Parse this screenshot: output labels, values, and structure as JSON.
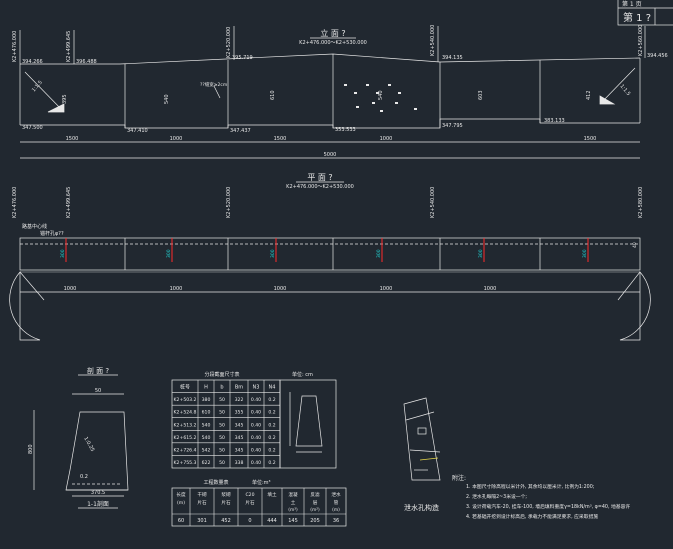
{
  "title_block": {
    "top_text": "第  1  页",
    "cell": "第  1  ?"
  },
  "elevation": {
    "title": "立 面 ?",
    "subtitle": "K2+476.000～K2+530.000",
    "stations": [
      "K2+476.000",
      "K2+499.645",
      "K2+520.000",
      "K2+540.000",
      "K2+560.000",
      "K2+580.000"
    ],
    "top_marks": [
      "394.266",
      "396.488",
      "395.719",
      "394.135",
      "394.456"
    ],
    "bottom_marks": [
      "347.500",
      "347.410",
      "347.437",
      "353.533",
      "347.795",
      "383.133"
    ],
    "ratios": [
      "1:1.5",
      "1:1.5"
    ],
    "joint_note": "??缝宽≥2cm",
    "spans": [
      "1500",
      "1000",
      "1500",
      "1000",
      "1500"
    ],
    "total": "5000",
    "heights": [
      "395",
      "540",
      "610",
      "540",
      "603",
      "412"
    ]
  },
  "plan": {
    "title": "平 面 ?",
    "subtitle": "K2+476.000～K2+530.000",
    "left_label": "路基中心线",
    "left_sub": "锚杆孔φ??",
    "spans": [
      "1000",
      "1000",
      "1000",
      "1000",
      "1000"
    ],
    "wall_marks": [
      "300",
      "300",
      "300",
      "300",
      "300",
      "300"
    ],
    "end_mark": "40"
  },
  "section": {
    "title": "剖 面 ?",
    "top": "50",
    "height": "800",
    "slope": "1:0.25",
    "base": "370.5",
    "ratio_label": "0.2",
    "foot_label": "1-1剖面"
  },
  "size_table": {
    "title": "分段截面尺寸表",
    "unit": "单位: cm",
    "headers": [
      "桩号",
      "H",
      "b",
      "Bm",
      "N3",
      "N4"
    ],
    "rows": [
      [
        "K2+503.2",
        "380",
        "50",
        "322",
        "0.40",
        "0.2"
      ],
      [
        "K2+524.8",
        "610",
        "50",
        "355",
        "0.40",
        "0.2"
      ],
      [
        "K2+513.2",
        "540",
        "50",
        "345",
        "0.40",
        "0.2"
      ],
      [
        "K2+615.2",
        "540",
        "50",
        "345",
        "0.40",
        "0.2"
      ],
      [
        "K2+726.4",
        "542",
        "50",
        "345",
        "0.40",
        "0.2"
      ],
      [
        "K2+755.3",
        "622",
        "50",
        "338",
        "0.40",
        "0.2"
      ]
    ]
  },
  "quantity_table": {
    "title": "工程数量表",
    "unit": "单位:m³",
    "headers": [
      "长度 (m)",
      "干 砌 片石",
      "浆 砌 片石",
      "C20 片石",
      "填土",
      "混凝 土",
      "反滤 层",
      "泄水 管"
    ],
    "units": [
      "",
      "",
      "",
      "",
      "",
      "(m³)",
      "(m²)",
      "(m)"
    ],
    "row": [
      "60",
      "301",
      "452",
      "0",
      "444",
      "145",
      "205",
      "36"
    ]
  },
  "drain": {
    "title": "泄水孔构造"
  },
  "notes": {
    "heading": "附注:",
    "lines": [
      "1. 本图尺寸除高程以米计外, 其余均以厘米计, 比例为1:200;",
      "2. 泄水孔每隔2~3米设一个;",
      "3. 设计荷载汽车-20, 挂车-100, 墙后填料重度γ=18kN/m³, φ=40, 地基容许",
      "4. 若基础开挖到设计标高后, 承载力不能满足要求, 应采取措施"
    ]
  },
  "colors": {
    "line": "#e8e8e8",
    "red": "#ff2a2a",
    "cyan": "#20e0e0",
    "yellow": "#e8d84a",
    "green": "#40e040",
    "bg": "#212830"
  }
}
